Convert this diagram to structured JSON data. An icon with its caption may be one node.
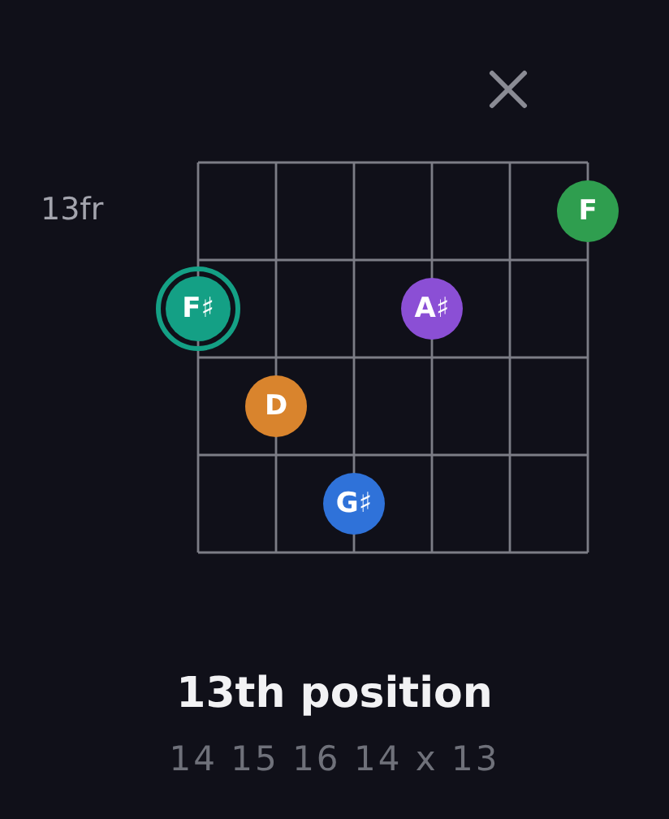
{
  "diagram": {
    "title": "13th position",
    "caption": "14 15 16 14 x 13",
    "nodes": [
      {
        "text": [
          "F"
        ]
      },
      {
        "text": [
          "F♯"
        ]
      },
      {
        "text": [
          "A♯"
        ]
      },
      {
        "text": [
          "D"
        ]
      },
      {
        "text": [
          "G♯"
        ]
      }
    ],
    "labels": [
      "13fr"
    ]
  }
}
